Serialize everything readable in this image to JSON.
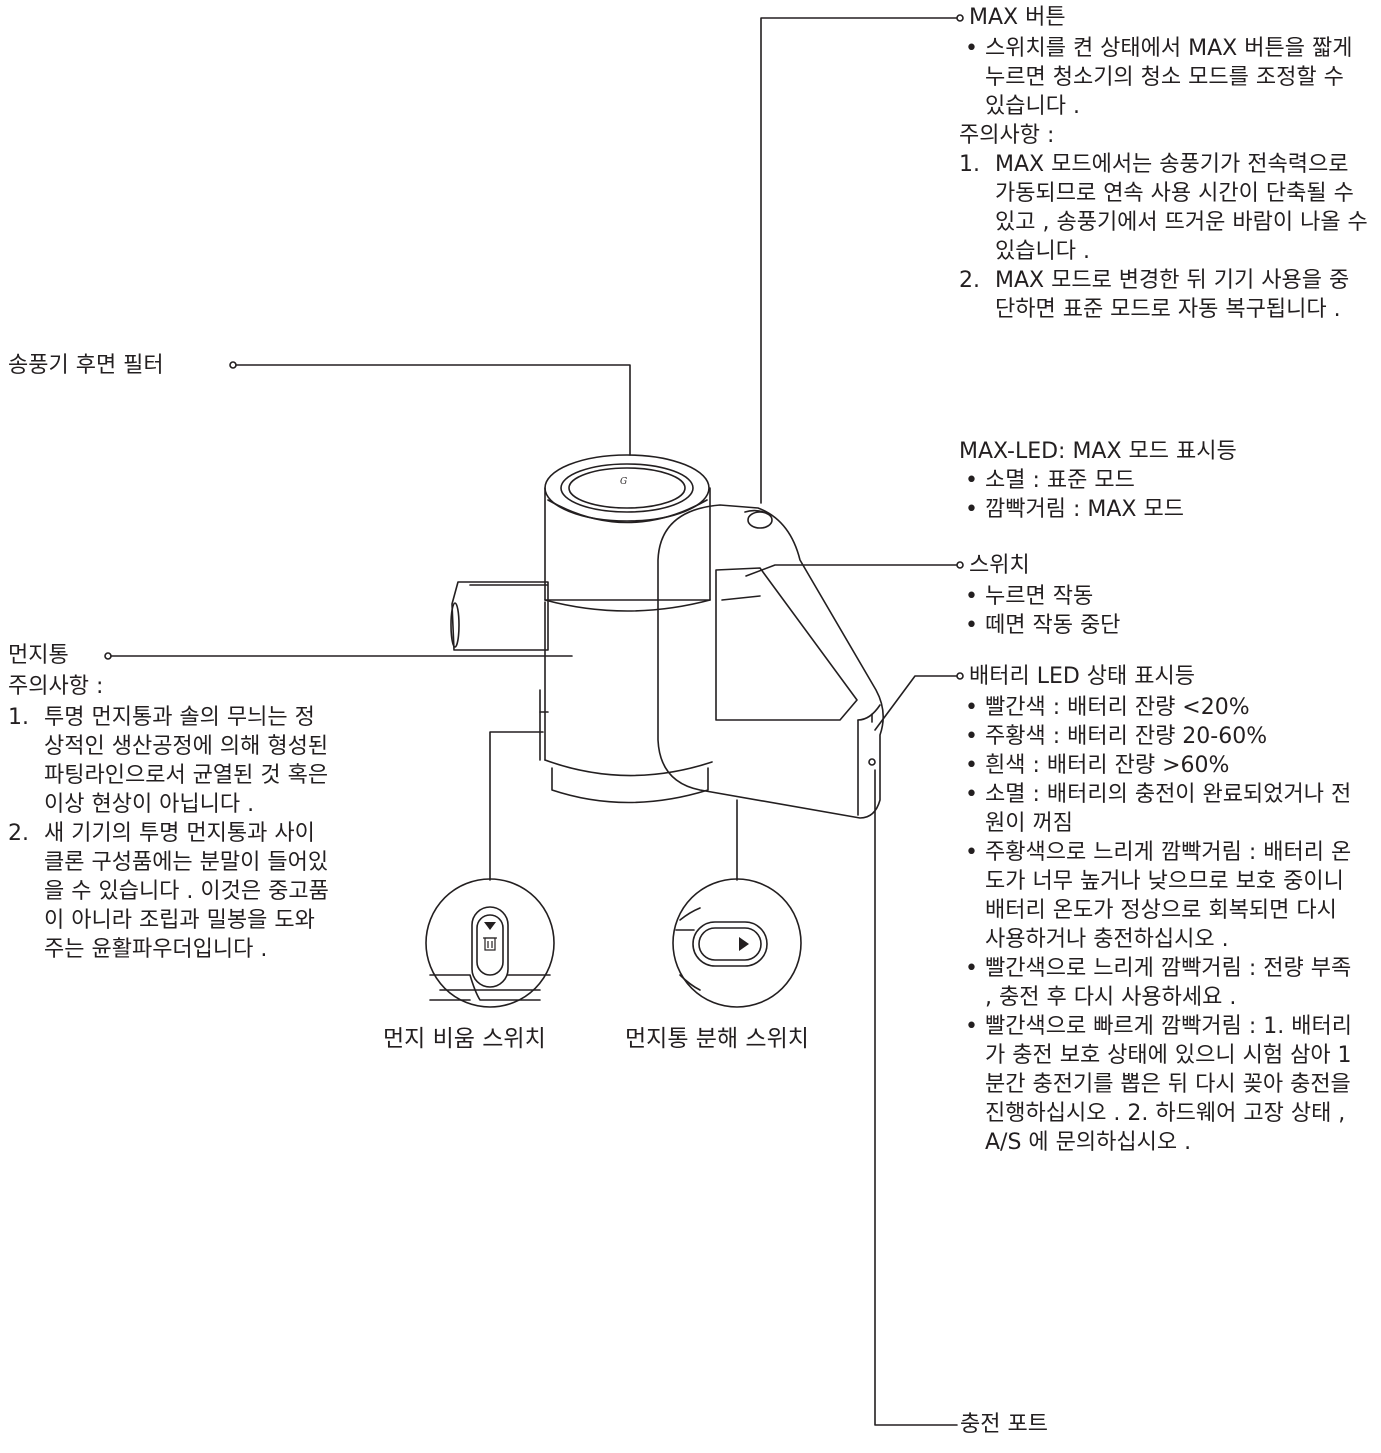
{
  "callouts": {
    "max_button": {
      "title": "MAX 버튼",
      "bullet": "스위치를 켠 상태에서 MAX 버튼을 짧게 누르면 청소기의 청소 모드를 조정할 수 있습니다 .",
      "caution_label": "주의사항 :",
      "notes": [
        {
          "num": "1.",
          "text": "MAX 모드에서는 송풍기가 전속력으로 가동되므로 연속 사용 시간이 단축될 수 있고 , 송풍기에서 뜨거운 바람이 나올 수 있습니다 ."
        },
        {
          "num": "2.",
          "text": "MAX 모드로 변경한 뒤 기기 사용을 중단하면 표준 모드로 자동 복구됩니다 ."
        }
      ]
    },
    "max_led": {
      "title": "MAX-LED: MAX 모드 표시등",
      "items": [
        "소멸 : 표준 모드",
        "깜빡거림 : MAX 모드"
      ]
    },
    "switch": {
      "title": "스위치",
      "items": [
        "누르면 작동",
        "떼면 작동 중단"
      ]
    },
    "battery_led": {
      "title": "배터리 LED 상태 표시등",
      "items": [
        "빨간색 : 배터리 잔량 <20%",
        "주황색 : 배터리 잔량 20-60%",
        "흰색 : 배터리 잔량 >60%",
        "소멸 : 배터리의 충전이 완료되었거나 전원이 꺼짐",
        "주황색으로 느리게 깜빡거림 : 배터리 온도가 너무 높거나 낮으므로 보호 중이니 배터리 온도가 정상으로 회복되면 다시 사용하거나 충전하십시오 .",
        "빨간색으로 느리게 깜빡거림 : 전량 부족 , 충전 후 다시 사용하세요 .",
        "빨간색으로 빠르게 깜빡거림 : 1. 배터리가 충전 보호 상태에 있으니 시험 삼아 1 분간 충전기를 뽑은 뒤 다시 꽂아 충전을 진행하십시오 . 2. 하드웨어 고장 상태 , A/S 에 문의하십시오 ."
      ]
    },
    "charging_port": {
      "title": "충전 포트"
    },
    "rear_filter": {
      "title": "송풍기 후면 필터"
    },
    "dust_bin": {
      "title": "먼지통",
      "caution_label": "주의사항 :",
      "notes": [
        {
          "num": "1.",
          "text": "투명 먼지통과 솔의 무늬는 정상적인 생산공정에 의해 형성된 파팅라인으로서 균열된 것 혹은 이상 현상이 아닙니다 ."
        },
        {
          "num": "2.",
          "text": "새 기기의 투명 먼지통과 사이클론 구성품에는 분말이 들어있을 수 있습니다 . 이것은 중고품이 아니라 조립과 밀봉을 도와주는 윤활파우더입니다 ."
        }
      ]
    },
    "dust_empty_switch": {
      "title": "먼지 비움 스위치"
    },
    "bin_release_switch": {
      "title": "먼지통 분해 스위치"
    }
  },
  "product": {
    "logo_text": "G",
    "icons": [
      "vacuum-body-illustration",
      "triangle-down-icon",
      "trash-bin-icon",
      "play-triangle-icon"
    ]
  }
}
